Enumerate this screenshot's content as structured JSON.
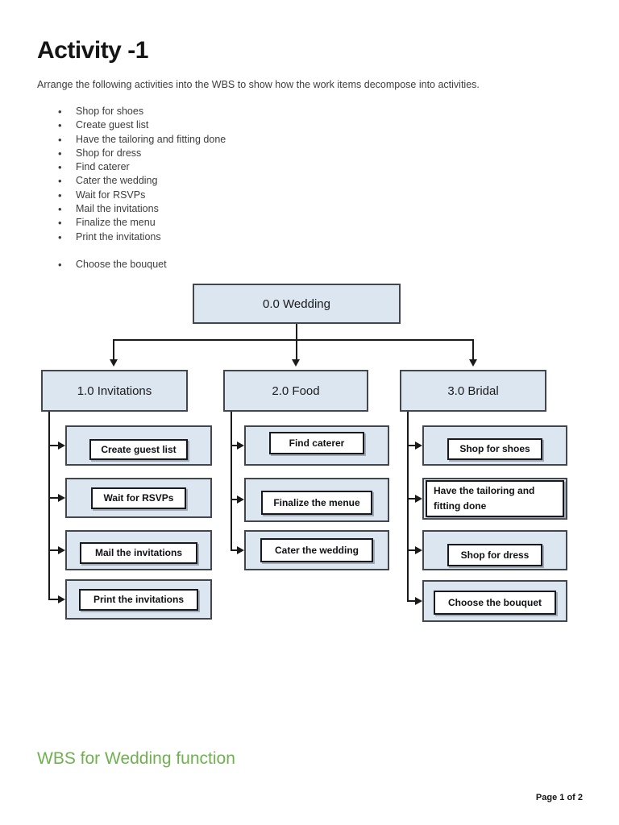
{
  "document": {
    "title": "Activity -1",
    "intro": "Arrange the following activities into the WBS to show how the work items decompose into activities.",
    "bullets": [
      "Shop for shoes",
      "Create guest list",
      "Have the tailoring and fitting done",
      "Shop for dress",
      "Find caterer",
      "Cater the wedding",
      "Wait for RSVPs",
      "Mail the invitations",
      "Finalize the menu",
      "Print the invitations"
    ],
    "late_bullet": "Choose the bouquet",
    "caption": "WBS for Wedding function",
    "page_indicator": "Page 1 of 2"
  },
  "wbs": {
    "root": {
      "label": "0.0 Wedding"
    },
    "branches": [
      {
        "label": "1.0 Invitations",
        "children": [
          "Create guest list",
          "Wait for RSVPs",
          "Mail the invitations",
          "Print the invitations"
        ]
      },
      {
        "label": "2.0 Food",
        "children": [
          "Find caterer",
          "Finalize the menue",
          "Cater the wedding"
        ]
      },
      {
        "label": "3.0 Bridal",
        "children": [
          "Shop for shoes",
          "Have the tailoring and fitting done",
          "Shop for dress",
          "Choose the bouquet"
        ]
      }
    ]
  },
  "colors": {
    "box_fill": "#dce6f1",
    "box_border": "#43474d",
    "inner_border": "#17191c",
    "connector": "#1a1a1a",
    "caption_green": "#6fb14f"
  }
}
